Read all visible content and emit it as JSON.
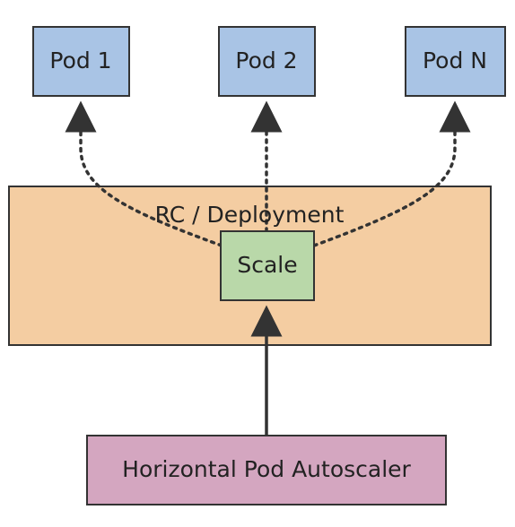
{
  "diagram": {
    "pods": [
      {
        "label": "Pod 1"
      },
      {
        "label": "Pod 2"
      },
      {
        "label": "Pod N"
      }
    ],
    "deployment": {
      "label": "RC / Deployment"
    },
    "scale": {
      "label": "Scale"
    },
    "autoscaler": {
      "label": "Horizontal Pod Autoscaler"
    },
    "colors": {
      "pod_fill": "#a9c4e5",
      "deployment_fill": "#f4cda2",
      "scale_fill": "#b9d8a9",
      "autoscaler_fill": "#d4a6c0",
      "stroke": "#333333"
    }
  }
}
